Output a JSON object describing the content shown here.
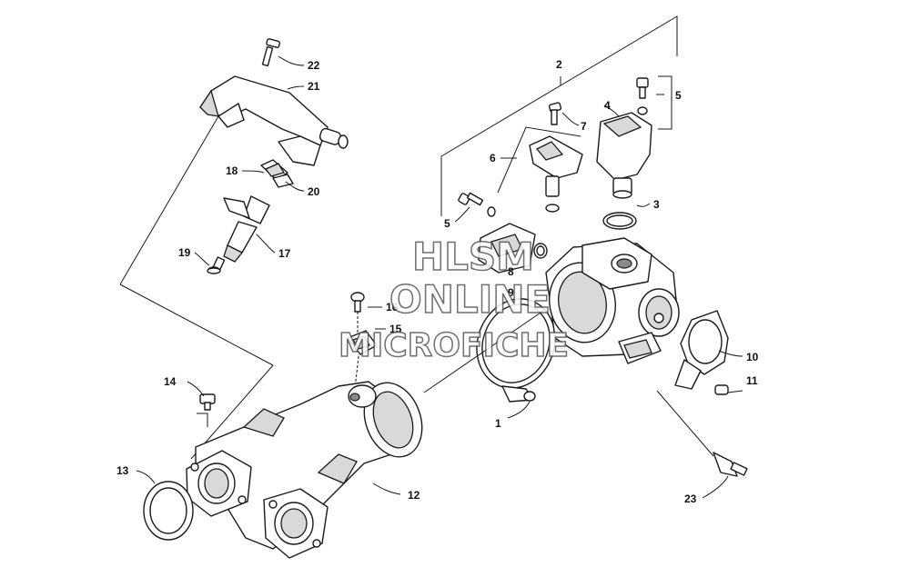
{
  "labels": {
    "n1": "1",
    "n2": "2",
    "n3": "3",
    "n4": "4",
    "n5a": "5",
    "n5b": "5",
    "n6": "6",
    "n7": "7",
    "n8": "8",
    "n9": "9",
    "n10": "10",
    "n11": "11",
    "n12": "12",
    "n13": "13",
    "n14": "14",
    "n15": "15",
    "n16": "16",
    "n17": "17",
    "n18": "18",
    "n19": "19",
    "n20": "20",
    "n21": "21",
    "n22": "22",
    "n23": "23"
  },
  "watermark": {
    "line1": "HLSM",
    "line2": "ONLINE",
    "line3": "MICROFICHE"
  }
}
